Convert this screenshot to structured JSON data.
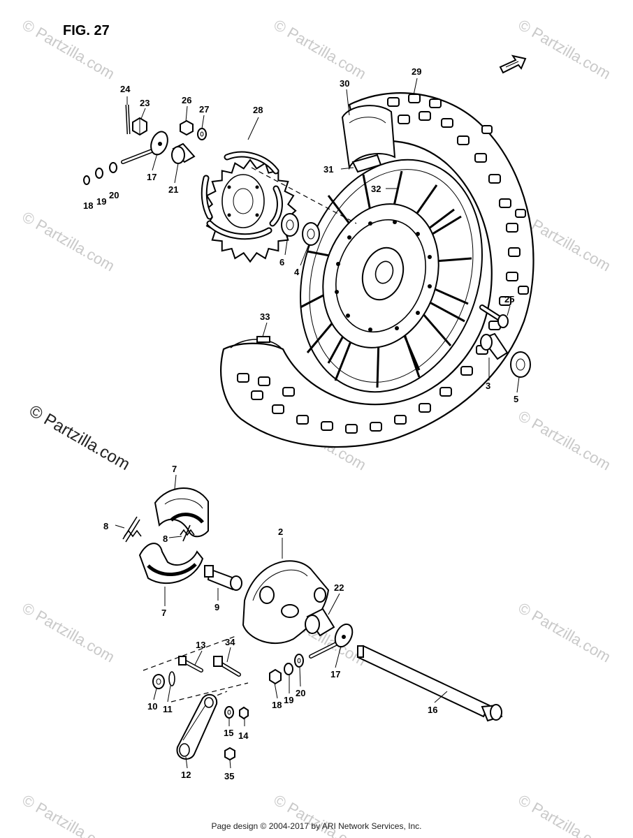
{
  "figure_title": "FIG. 27",
  "watermark_text": "© Partzilla.com",
  "footer_text": "Page design © 2004-2017 by ARI Network Services, Inc.",
  "part_labels": [
    "24",
    "23",
    "26",
    "27",
    "28",
    "29",
    "30",
    "17",
    "21",
    "18",
    "19",
    "20",
    "31",
    "32",
    "6",
    "4",
    "25",
    "33",
    "3",
    "5",
    "7",
    "8",
    "8",
    "2",
    "22",
    "9",
    "7",
    "13",
    "34",
    "17",
    "10",
    "11",
    "18",
    "19",
    "20",
    "16",
    "15",
    "14",
    "12",
    "35"
  ]
}
